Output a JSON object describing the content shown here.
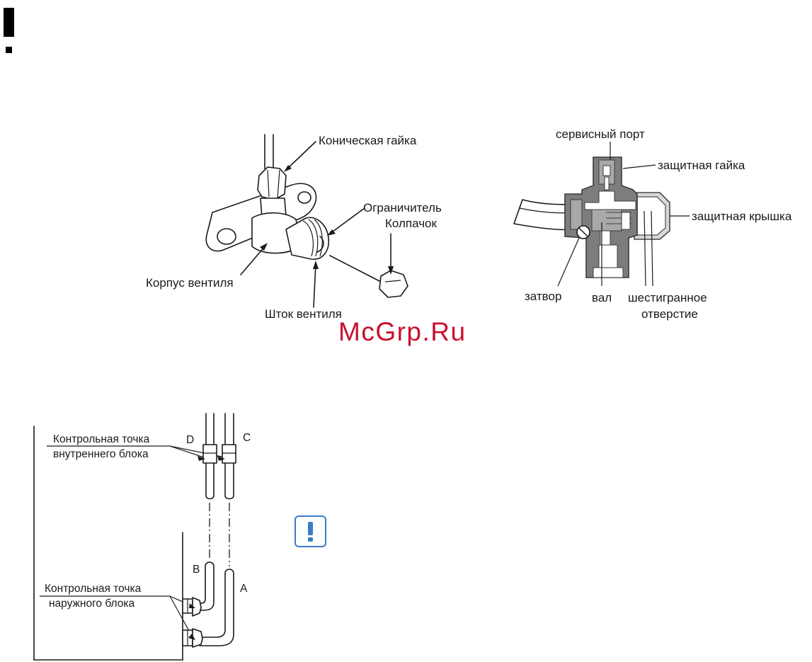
{
  "watermark": "McGrp.Ru",
  "valve_figure": {
    "labels": {
      "flare_nut": "Коническая гайка",
      "limiter": "Ограничитель",
      "cap": "Колпачок",
      "valve_body": "Корпус вентиля",
      "valve_stem": "Шток вентиля"
    }
  },
  "section_figure": {
    "labels": {
      "service_port": "сервисный порт",
      "protective_nut": "защитная гайка",
      "protective_cap": "защитная крышка",
      "shutter": "затвор",
      "shaft": "вал",
      "hex_hole_line1": "шестигранное",
      "hex_hole_line2": "отверстие"
    }
  },
  "piping_figure": {
    "indoor_point_line1": "Контрольная точка",
    "indoor_point_line2": "внутреннего блока",
    "outdoor_point_line1": "Контрольная точка",
    "outdoor_point_line2": "наружного блока",
    "letters": {
      "A": "A",
      "B": "B",
      "C": "C",
      "D": "D"
    }
  },
  "colors": {
    "ink": "#1a1a1a",
    "section_dark": "#7d7d7d",
    "section_mid": "#a9a9a9",
    "watermark": "#c8102e",
    "caution_blue": "#3a7cc6"
  },
  "icons": [
    "caution-exclamation-icon"
  ]
}
